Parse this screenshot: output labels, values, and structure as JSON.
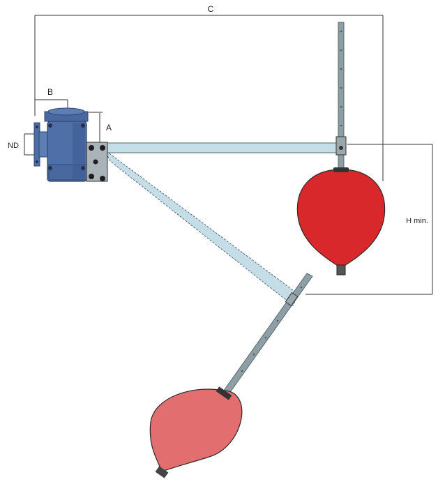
{
  "labels": {
    "C": "C",
    "B": "B",
    "A": "A",
    "ND": "ND",
    "H": "H min."
  },
  "colors": {
    "valve_body": "#4f6fa8",
    "valve_dark": "#2f4670",
    "arm": "#c4dde6",
    "arm_stroke": "#556a72",
    "float_upper": "#d8282b",
    "float_lower": "#e36e70",
    "rod": "#8e9ea4",
    "dimension_line": "#333333"
  },
  "icons": {
    "valve": "float-valve-body-icon",
    "float_upper": "float-ball-upper-icon",
    "float_lower": "float-ball-lower-icon"
  }
}
